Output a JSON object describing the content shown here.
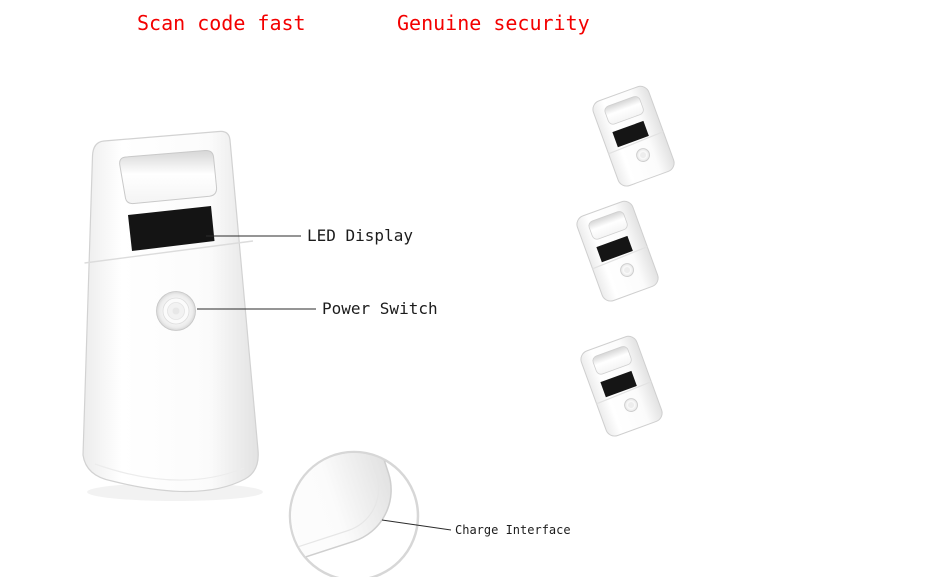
{
  "slogans": {
    "left": "Scan code fast",
    "right": "Genuine security",
    "color": "#f30000"
  },
  "callouts": {
    "led_display": "LED Display",
    "power_switch": "Power Switch",
    "charge_interface": "Charge Interface"
  },
  "device": {
    "body_color": "#ffffff",
    "outline_color": "#d2d2d2",
    "display_color": "#141414",
    "mini_count": 3
  }
}
